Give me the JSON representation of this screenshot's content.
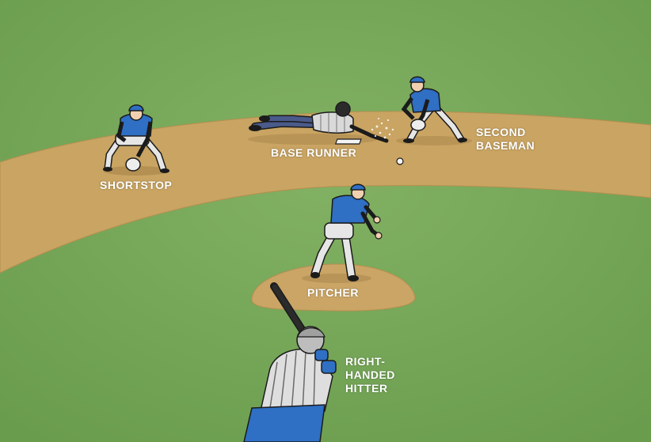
{
  "labels": {
    "shortstop": "SHORTSTOP",
    "base_runner": "BASE RUNNER",
    "second_baseman": [
      "SECOND",
      "BASEMAN"
    ],
    "pitcher": "PITCHER",
    "hitter": [
      "RIGHT-",
      "HANDED",
      "HITTER"
    ]
  },
  "colors": {
    "grass": "#78a85a",
    "infield_dirt": "#c9a462",
    "mound_dirt": "#caa566",
    "jersey_blue": "#2f6fc4",
    "pants": "#e6e6e6",
    "outline": "#1b1b1b",
    "label_text": "#ffffff"
  }
}
